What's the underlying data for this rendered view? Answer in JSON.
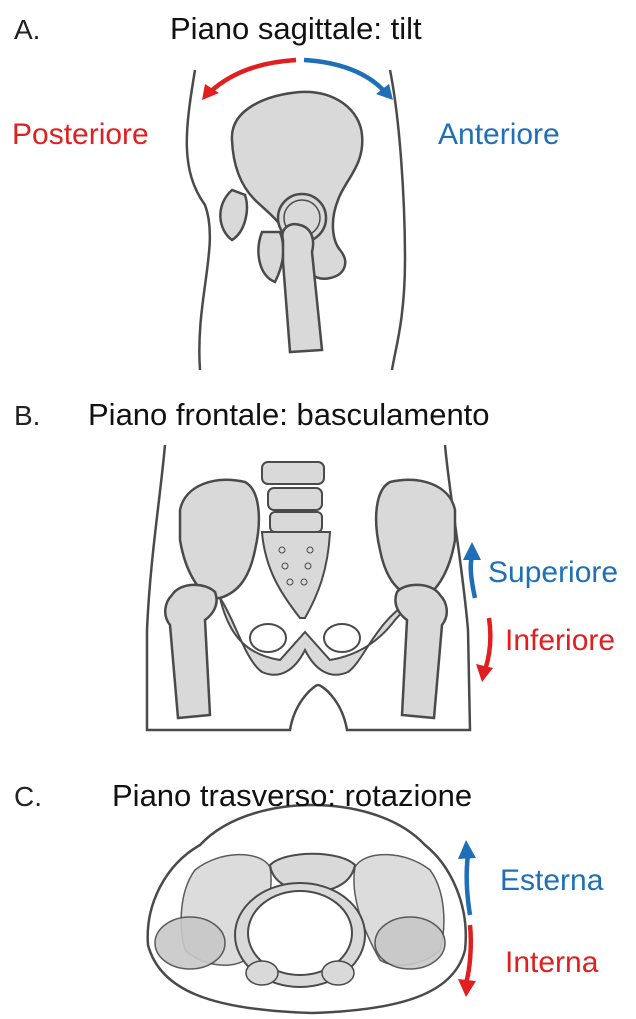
{
  "colors": {
    "posterior_inferior_internal": "#e02020",
    "anterior_superior_external": "#1f6fb8",
    "bone_fill": "#d9d9d9",
    "outline": "#4a4a4a"
  },
  "panels": [
    {
      "letter": "A.",
      "title": "Piano sagittale: tilt",
      "labels": {
        "left": "Posteriore",
        "right": "Anteriore"
      },
      "icons": [
        "curved-arrow-posterior-icon",
        "curved-arrow-anterior-icon",
        "pelvis-lateral-view-icon"
      ]
    },
    {
      "letter": "B.",
      "title": "Piano frontale: basculamento",
      "labels": {
        "up": "Superiore",
        "down": "Inferiore"
      },
      "icons": [
        "arrow-up-icon",
        "arrow-down-icon",
        "pelvis-frontal-view-icon"
      ]
    },
    {
      "letter": "C.",
      "title": "Piano trasverso: rotazione",
      "labels": {
        "up": "Esterna",
        "down": "Interna"
      },
      "icons": [
        "arrow-up-icon",
        "arrow-down-icon",
        "pelvis-transverse-view-icon"
      ]
    }
  ]
}
